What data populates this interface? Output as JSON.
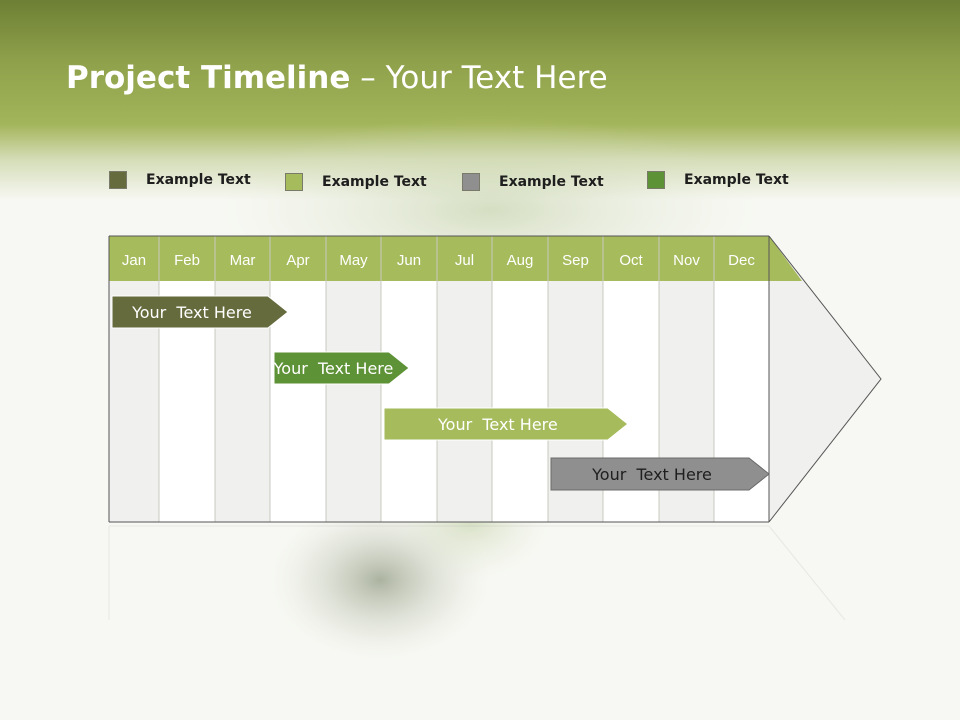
{
  "title": {
    "bold": "Project Timeline",
    "rest": " – Your Text Here"
  },
  "legend": [
    {
      "label": "Example Text",
      "color": "#666b3e"
    },
    {
      "label": "Example Text",
      "color": "#a6bb5c"
    },
    {
      "label": "Example Text",
      "color": "#8f8f8f"
    },
    {
      "label": "Example Text",
      "color": "#5e9236"
    }
  ],
  "months": [
    "Jan",
    "Feb",
    "Mar",
    "Apr",
    "May",
    "Jun",
    "Jul",
    "Aug",
    "Sep",
    "Oct",
    "Nov",
    "Dec"
  ],
  "tasks": [
    {
      "label": "Your  Text Here",
      "start_month": "Jan",
      "end_month": "Apr",
      "color": "#666b3e"
    },
    {
      "label": "Your  Text Here",
      "start_month": "Apr",
      "end_month": "Jun",
      "color": "#5e9236"
    },
    {
      "label": "Your  Text Here",
      "start_month": "Jun",
      "end_month": "Sep",
      "color": "#a6bb5c"
    },
    {
      "label": "Your  Text Here",
      "start_month": "Sep",
      "end_month": "Dec",
      "color": "#8f8f8f"
    }
  ],
  "colors": {
    "header_band": "#8ea04a",
    "month_header": "#a6bb5c",
    "column_shade": "#f0f0ee",
    "column_plain": "#ffffff"
  }
}
